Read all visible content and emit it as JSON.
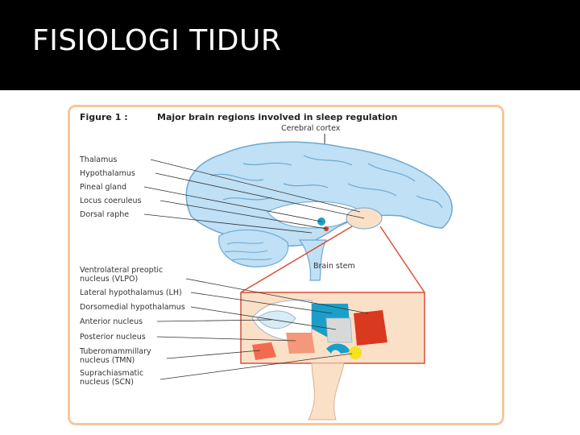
{
  "slide": {
    "title": "FISIOLOGI TIDUR"
  },
  "figure": {
    "title_prefix": "Figure 1 :",
    "title": "Major brain regions involved in sleep regulation",
    "top_labels": {
      "cortex": "Cerebral cortex",
      "brainstem": "Brain stem"
    },
    "brain_labels": [
      "Thalamus",
      "Hypothalamus",
      "Pineal gland",
      "Locus coeruleus",
      "Dorsal raphe"
    ],
    "nuclei_labels": [
      [
        "Ventrolateral preoptic",
        "nucleus (VLPO)"
      ],
      [
        "Lateral hypothalamus (LH)"
      ],
      [
        "Dorsomedial hypothalamus"
      ],
      [
        "Anterior nucleus"
      ],
      [
        "Posterior nucleus"
      ],
      [
        "Tuberomammillary",
        "nucleus (TMN)"
      ],
      [
        "Suprachiasmatic",
        "nucleus (SCN)"
      ]
    ],
    "colors": {
      "frame": "#f4c89a",
      "brain": "#bfe0f5",
      "brain_outline": "#6ea9cf",
      "tissue": "#fbe0c8",
      "red": "#d9391f",
      "teal": "#1b9fc8",
      "salmon": "#f4977a",
      "yellow": "#f5e21c",
      "connector": "#d9503a"
    }
  }
}
